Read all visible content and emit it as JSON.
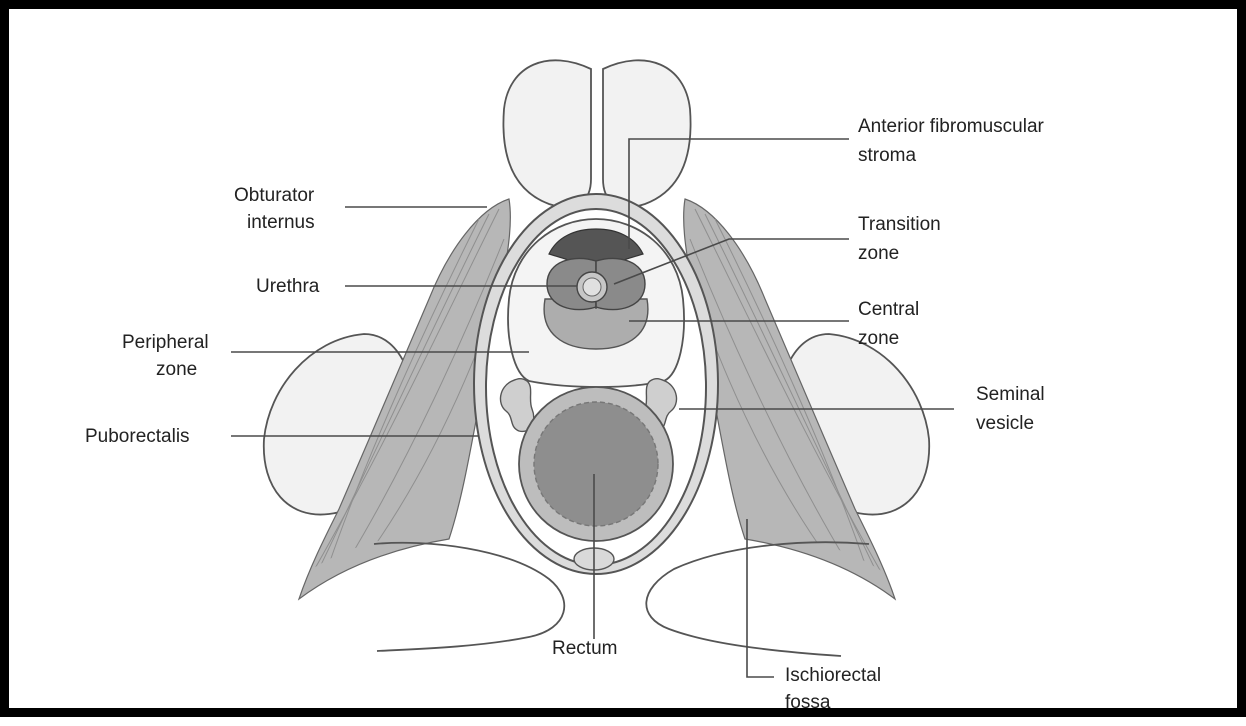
{
  "colors": {
    "border": "#000000",
    "muscle": "#b7b7b7",
    "muscle_fiber": "#8f8f8f",
    "fat": "#f2f2f2",
    "outline": "#555555",
    "afs": "#555555",
    "transition": "#8a8a8a",
    "central": "#adadad",
    "urethra": "#d6d6d6",
    "rectum_outer": "#bdbdbd",
    "rectum_inner": "#8e8e8e",
    "seminal": "#cfcfcf"
  },
  "labels": {
    "obturator": [
      "Obturator",
      "internus"
    ],
    "urethra": [
      "Urethra"
    ],
    "peripheral": [
      "Peripheral",
      "zone"
    ],
    "puborectalis": [
      "Puborectalis"
    ],
    "afs": [
      "Anterior fibromuscular",
      "stroma"
    ],
    "transition": [
      "Transition",
      "zone"
    ],
    "central": [
      "Central",
      "zone"
    ],
    "seminal": [
      "Seminal",
      "vesicle"
    ],
    "rectum": [
      "Rectum"
    ],
    "ischiorectal": [
      "Ischiorectal",
      "fossa"
    ]
  }
}
